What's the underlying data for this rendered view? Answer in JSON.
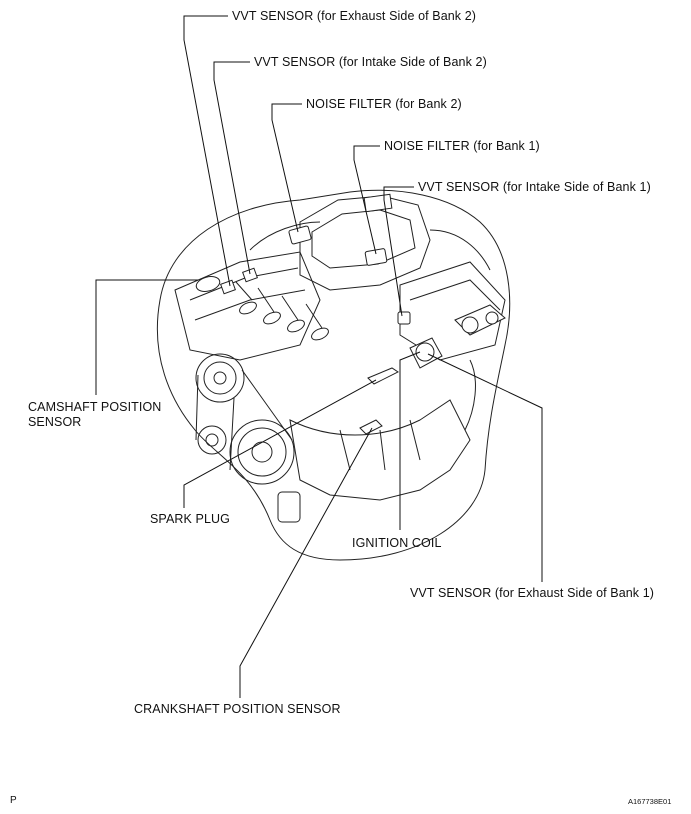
{
  "labels": {
    "vvt_exhaust_bank2": "VVT SENSOR (for Exhaust Side of Bank 2)",
    "vvt_intake_bank2": "VVT SENSOR (for Intake Side of Bank 2)",
    "noise_filter_bank2": "NOISE FILTER (for Bank 2)",
    "noise_filter_bank1": "NOISE FILTER (for Bank 1)",
    "vvt_intake_bank1": "VVT SENSOR (for Intake Side of Bank 1)",
    "camshaft_position_sensor": "CAMSHAFT POSITION SENSOR",
    "spark_plug": "SPARK PLUG",
    "ignition_coil": "IGNITION COIL",
    "vvt_exhaust_bank1": "VVT SENSOR (for Exhaust Side of Bank 1)",
    "crankshaft_position_sensor": "CRANKSHAFT POSITION SENSOR"
  },
  "footer": {
    "left_mark": "P",
    "figure_id": "A167738E01"
  }
}
